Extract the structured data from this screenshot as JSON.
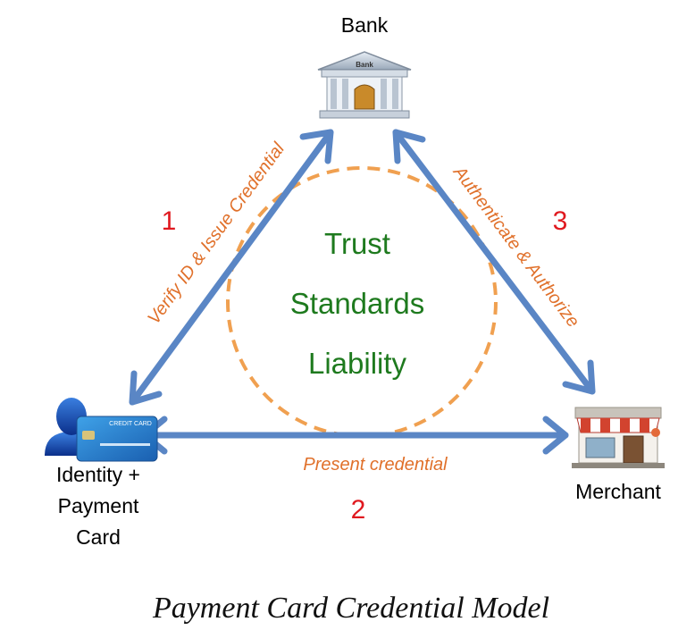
{
  "nodes": {
    "bank": {
      "label": "Bank",
      "sign_text": "Bank"
    },
    "identity": {
      "label_lines": [
        "Identity +",
        "Payment",
        "Card"
      ],
      "card_text": "CREDIT CARD"
    },
    "merchant": {
      "label": "Merchant"
    }
  },
  "edges": {
    "verify": {
      "label": "Verify ID & Issue Credential",
      "step": "1"
    },
    "present": {
      "label": "Present credential",
      "step": "2"
    },
    "authenticate": {
      "label": "Authenticate & Authorize",
      "step": "3"
    }
  },
  "center": {
    "lines": [
      "Trust",
      "Standards",
      "Liability"
    ]
  },
  "caption": "Payment Card Credential Model",
  "colors": {
    "arrow": "#5a86c5",
    "edge_label": "#e0702a",
    "step_number": "#e0191f",
    "center_text": "#1e7a1e",
    "dashed_circle": "#f0a050"
  }
}
